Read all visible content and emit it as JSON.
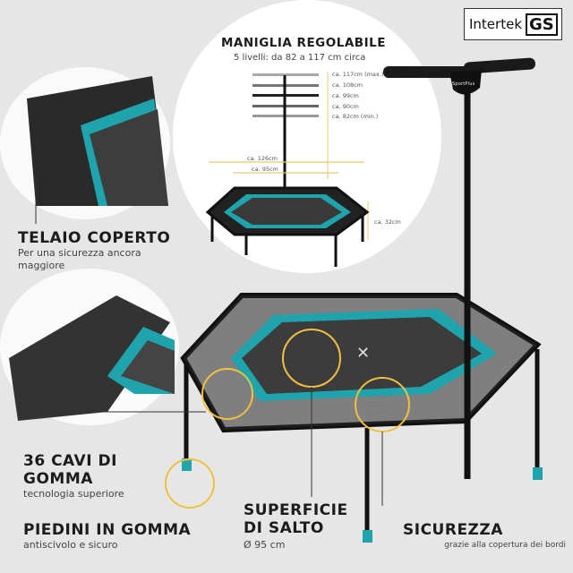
{
  "certification": {
    "brand": "Intertek",
    "mark": "GS"
  },
  "handle": {
    "title": "MANIGLIA REGOLABILE",
    "subtitle": "5 livelli: da 82 a 117 cm circa",
    "levels": [
      "ca. 117cm (max.)",
      "ca. 108cm",
      "ca. 99cm",
      "ca. 90cm",
      "ca. 82cm (min.)"
    ],
    "width_outer": "ca. 126cm",
    "width_inner": "ca. 95cm",
    "height": "ca. 32cm",
    "handle_brand": "SportPlus"
  },
  "features": [
    {
      "title": "TELAIO COPERTO",
      "text": "Per una sicurezza ancora maggiore"
    },
    {
      "title": "36 CAVI DI GOMMA",
      "text": "tecnologia superiore"
    },
    {
      "title": "PIEDINI IN GOMMA",
      "text": "antiscivolo e sicuro"
    },
    {
      "title": "SUPERFICIE DI SALTO",
      "text": "Ø 95 cm"
    },
    {
      "title": "SICUREZZA",
      "text": "grazie alla copertura dei bordi"
    }
  ],
  "colors": {
    "accent": "#1fa3ad",
    "highlight": "#f0c040",
    "frame": "#1a1a1a",
    "background": "#e6e6e6"
  }
}
